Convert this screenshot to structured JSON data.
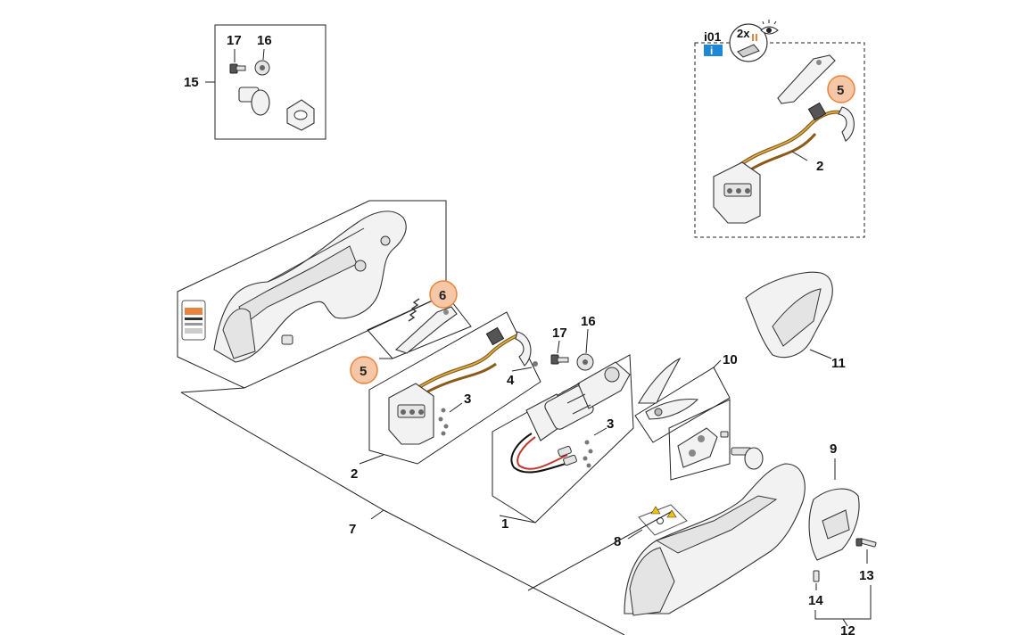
{
  "labels": {
    "p1": "1",
    "p2a": "2",
    "p2b": "2",
    "p3a": "3",
    "p3b": "3",
    "p4": "4",
    "p5a": "5",
    "p5b": "5",
    "p6": "6",
    "p7": "7",
    "p8": "8",
    "p9": "9",
    "p10": "10",
    "p11": "11",
    "p12": "12",
    "p13": "13",
    "p14": "14",
    "p15": "15",
    "p16a": "16",
    "p16b": "16",
    "p17a": "17",
    "p17b": "17"
  },
  "info_box": {
    "code": "i01",
    "info_glyph": "i",
    "multiplier": "2x"
  },
  "colors": {
    "highlight_fill": "#f6c7a6",
    "highlight_stroke": "#e8843d",
    "info_blue": "#1e88d6",
    "wire_brown": "#8b5a1a",
    "wire_yellow": "#d9b54a"
  },
  "icons": [
    "eye-icon",
    "info-icon",
    "warning-label-icon"
  ]
}
